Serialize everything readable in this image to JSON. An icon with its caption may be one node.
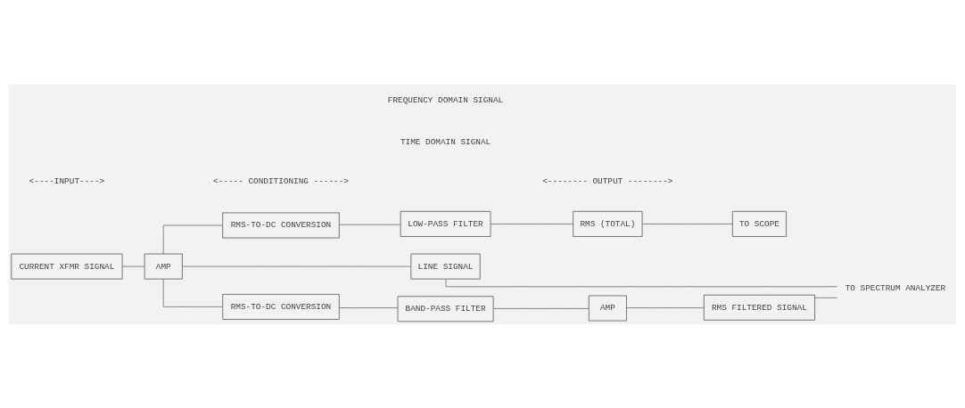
{
  "diagram": {
    "nodes": [
      {
        "text": [
          "CURRENT XFMR SIGNAL"
        ]
      },
      {
        "text": [
          "AMP"
        ]
      },
      {
        "text": [
          "RMS-TO-DC CONVERSION"
        ]
      },
      {
        "text": [
          "LOW-PASS FILTER"
        ]
      },
      {
        "text": [
          "RMS (TOTAL)"
        ]
      },
      {
        "text": [
          "TO SCOPE"
        ]
      },
      {
        "text": [
          "LINE SIGNAL"
        ]
      },
      {
        "text": [
          "RMS-TO-DC CONVERSION"
        ]
      },
      {
        "text": [
          "BAND-PASS FILTER"
        ]
      },
      {
        "text": [
          "AMP"
        ]
      },
      {
        "text": [
          "RMS FILTERED SIGNAL"
        ]
      },
      {
        "text": [
          "TO SPECTRUM ANALYZER"
        ]
      }
    ],
    "edges": [
      {
        "from": 0,
        "to": 1,
        "arrow": "none"
      },
      {
        "from": 1,
        "to": 2,
        "arrow": "none"
      },
      {
        "from": 1,
        "to": 6,
        "arrow": "none"
      },
      {
        "from": 1,
        "to": 7,
        "arrow": "none"
      },
      {
        "from": 2,
        "to": 3,
        "arrow": "none"
      },
      {
        "from": 3,
        "to": 4,
        "arrow": "none"
      },
      {
        "from": 4,
        "to": 5,
        "arrow": "none"
      },
      {
        "from": 7,
        "to": 8,
        "arrow": "none"
      },
      {
        "from": 8,
        "to": 9,
        "arrow": "none"
      },
      {
        "from": 9,
        "to": 10,
        "arrow": "none"
      },
      {
        "from": 6,
        "to": 11,
        "arrow": "none"
      },
      {
        "from": 10,
        "to": 11,
        "arrow": "none"
      }
    ],
    "labels": [
      "<----INPUT---->",
      "<----- CONDITIONING ------>",
      "<-------- OUTPUT -------->",
      "TIME DOMAIN SIGNAL",
      "FREQUENCY DOMAIN SIGNAL"
    ]
  }
}
